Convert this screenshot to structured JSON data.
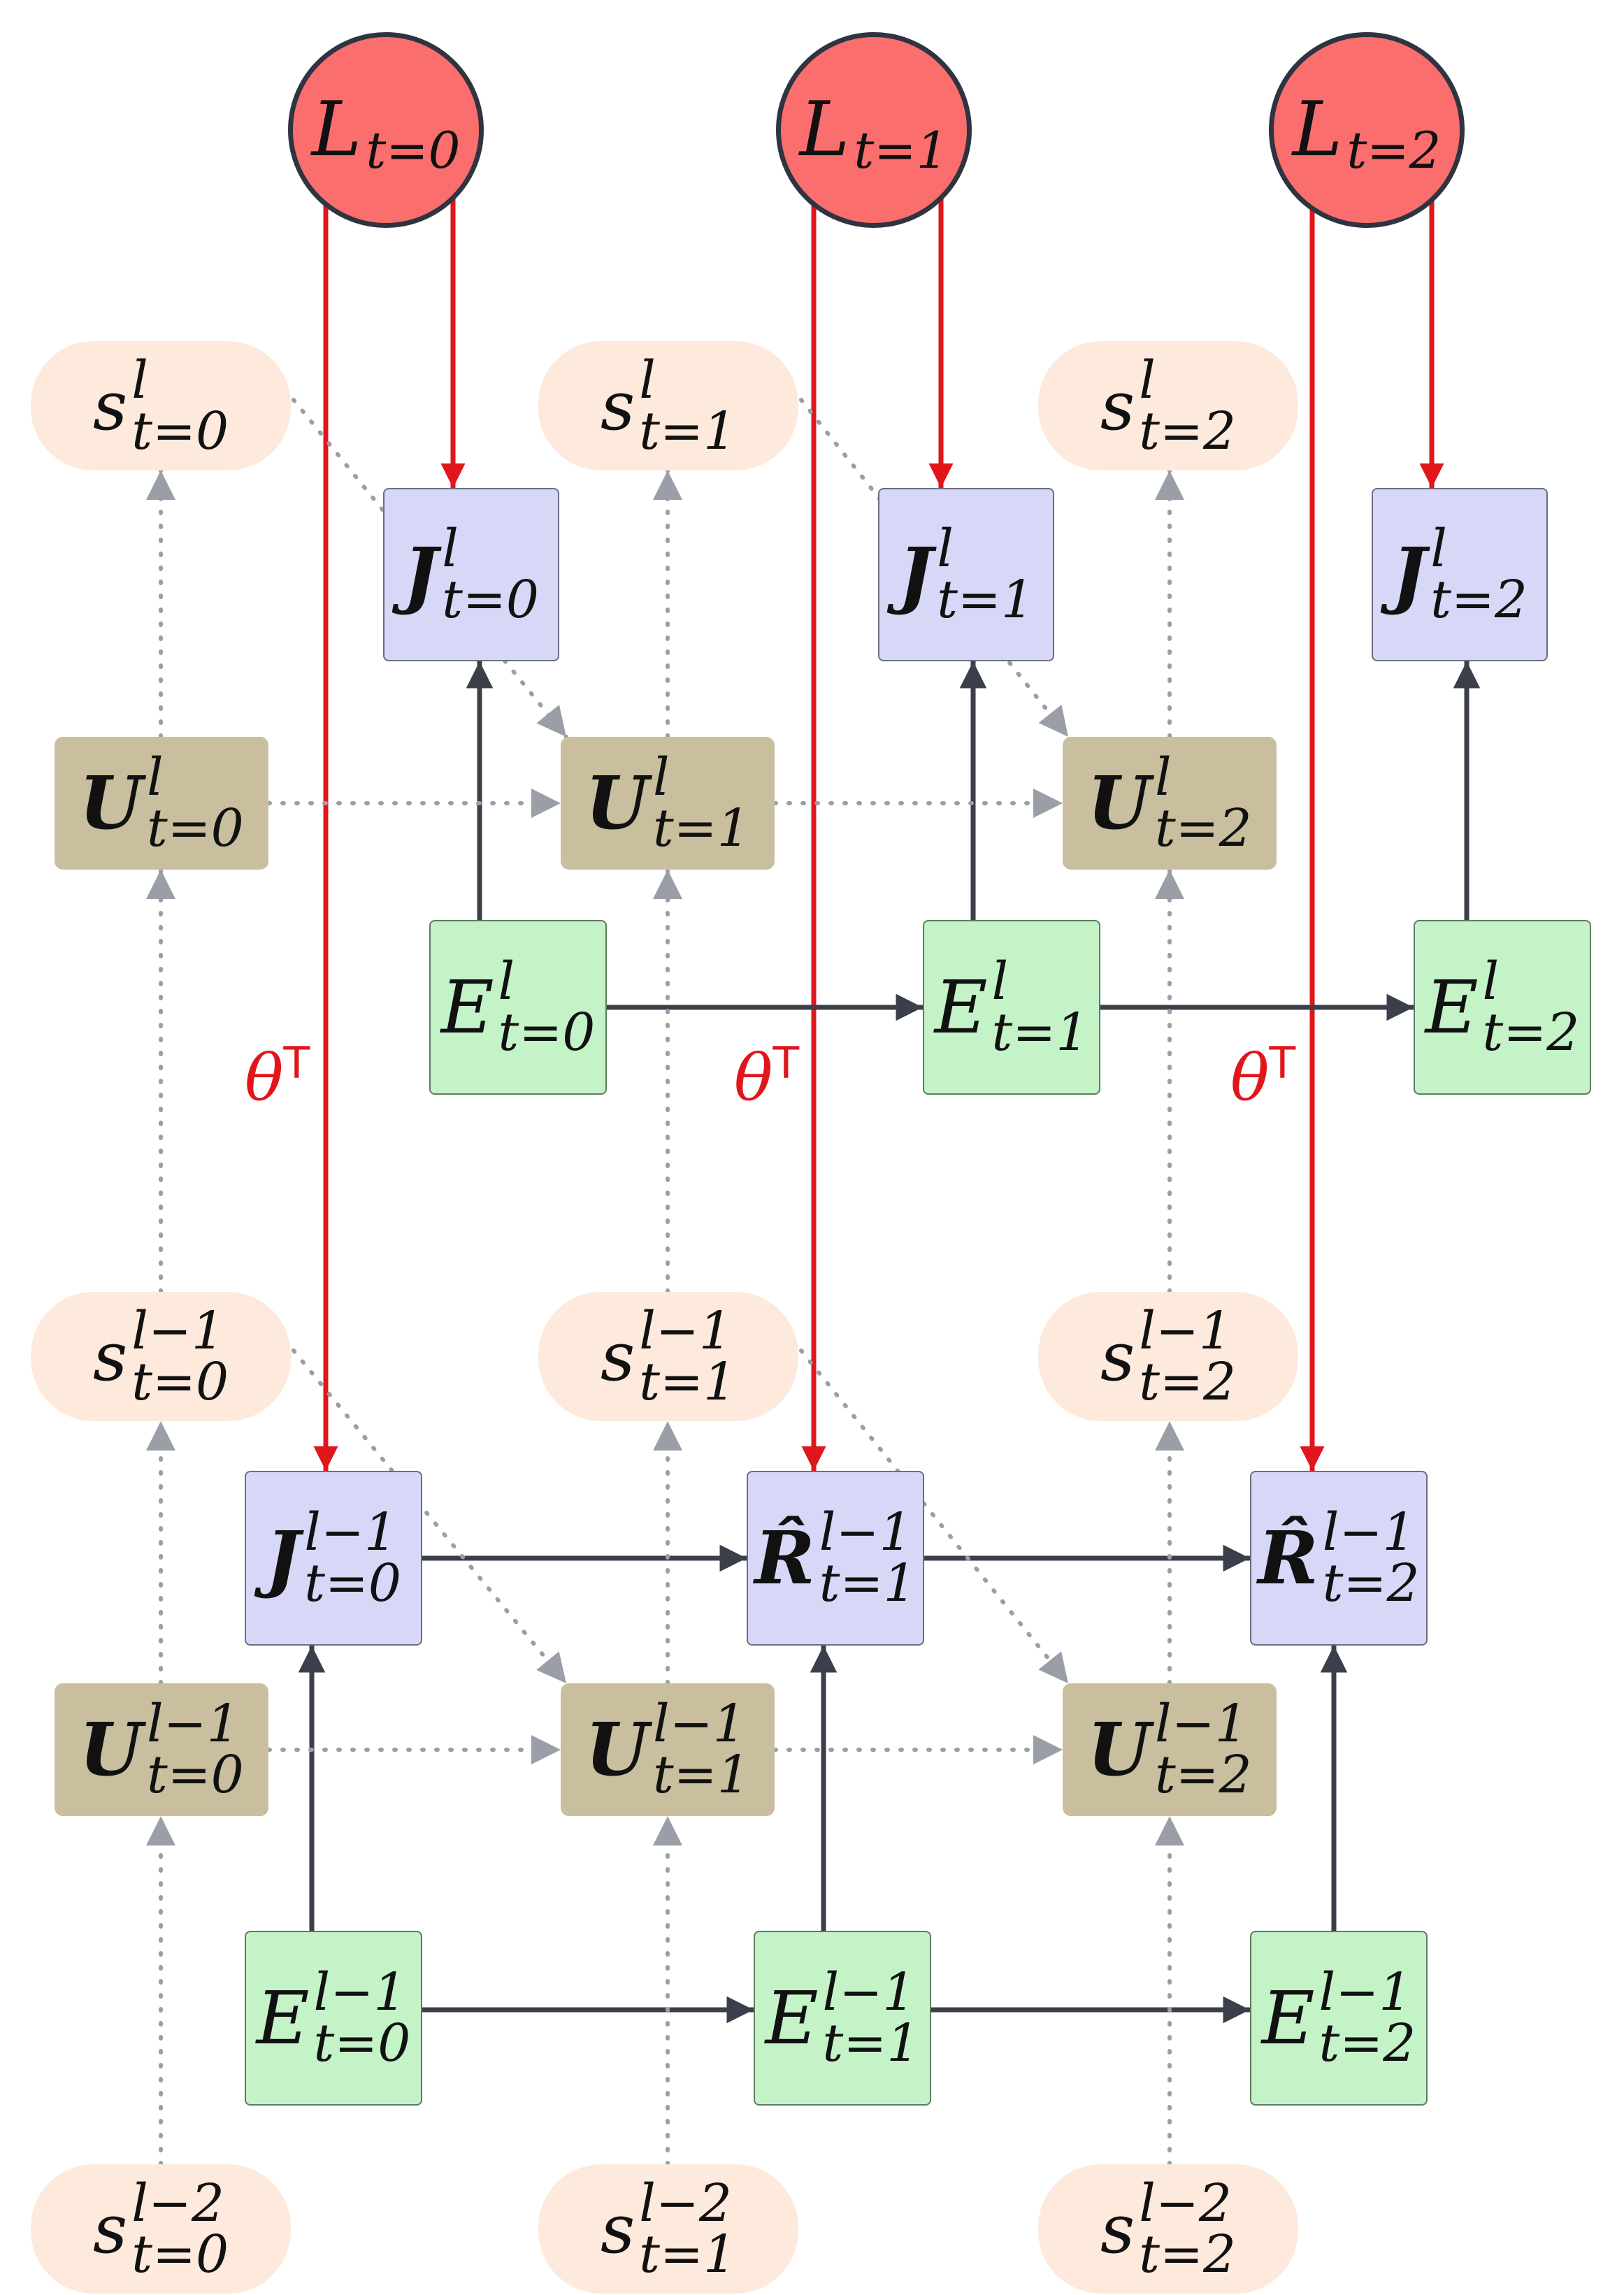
{
  "colors": {
    "loss_fill": "#fb6e6e",
    "state_fill": "#fdeadc",
    "update_fill": "#c9bf9f",
    "jacobian_fill": "#d7d7f8",
    "eligibility_fill": "#c4f3c8",
    "red_arrow": "#e0161b",
    "solid_arrow": "#3a3f4a",
    "dotted_arrow": "#9a9ea6"
  },
  "nodes": [
    {
      "id": "L0",
      "kind": "L",
      "base": "L",
      "sup": "",
      "sub": "t=0"
    },
    {
      "id": "L1",
      "kind": "L",
      "base": "L",
      "sup": "",
      "sub": "t=1"
    },
    {
      "id": "L2",
      "kind": "L",
      "base": "L",
      "sup": "",
      "sub": "t=2"
    },
    {
      "id": "sl0",
      "kind": "s",
      "base": "s",
      "sup": "l",
      "sub": "t=0"
    },
    {
      "id": "sl1",
      "kind": "s",
      "base": "s",
      "sup": "l",
      "sub": "t=1"
    },
    {
      "id": "sl2",
      "kind": "s",
      "base": "s",
      "sup": "l",
      "sub": "t=2"
    },
    {
      "id": "Jl0",
      "kind": "J",
      "base": "J",
      "sup": "l",
      "sub": "t=0"
    },
    {
      "id": "Jl1",
      "kind": "J",
      "base": "J",
      "sup": "l",
      "sub": "t=1"
    },
    {
      "id": "Jl2",
      "kind": "J",
      "base": "J",
      "sup": "l",
      "sub": "t=2"
    },
    {
      "id": "Ul0",
      "kind": "U",
      "base": "U",
      "sup": "l",
      "sub": "t=0"
    },
    {
      "id": "Ul1",
      "kind": "U",
      "base": "U",
      "sup": "l",
      "sub": "t=1"
    },
    {
      "id": "Ul2",
      "kind": "U",
      "base": "U",
      "sup": "l",
      "sub": "t=2"
    },
    {
      "id": "El0",
      "kind": "E",
      "base": "E",
      "sup": "l",
      "sub": "t=0"
    },
    {
      "id": "El1",
      "kind": "E",
      "base": "E",
      "sup": "l",
      "sub": "t=1"
    },
    {
      "id": "El2",
      "kind": "E",
      "base": "E",
      "sup": "l",
      "sub": "t=2"
    },
    {
      "id": "sm0",
      "kind": "s",
      "base": "s",
      "sup": "l−1",
      "sub": "t=0"
    },
    {
      "id": "sm1",
      "kind": "s",
      "base": "s",
      "sup": "l−1",
      "sub": "t=1"
    },
    {
      "id": "sm2",
      "kind": "s",
      "base": "s",
      "sup": "l−1",
      "sub": "t=2"
    },
    {
      "id": "Jm0",
      "kind": "J",
      "base": "J",
      "sup": "l−1",
      "sub": "t=0"
    },
    {
      "id": "Rm1",
      "kind": "R",
      "base": "R̂",
      "sup": "l−1",
      "sub": "t=1"
    },
    {
      "id": "Rm2",
      "kind": "R",
      "base": "R̂",
      "sup": "l−1",
      "sub": "t=2"
    },
    {
      "id": "Um0",
      "kind": "U",
      "base": "U",
      "sup": "l−1",
      "sub": "t=0"
    },
    {
      "id": "Um1",
      "kind": "U",
      "base": "U",
      "sup": "l−1",
      "sub": "t=1"
    },
    {
      "id": "Um2",
      "kind": "U",
      "base": "U",
      "sup": "l−1",
      "sub": "t=2"
    },
    {
      "id": "Em0",
      "kind": "E",
      "base": "E",
      "sup": "l−1",
      "sub": "t=0"
    },
    {
      "id": "Em1",
      "kind": "E",
      "base": "E",
      "sup": "l−1",
      "sub": "t=1"
    },
    {
      "id": "Em2",
      "kind": "E",
      "base": "E",
      "sup": "l−1",
      "sub": "t=2"
    },
    {
      "id": "sn0",
      "kind": "s",
      "base": "s",
      "sup": "l−2",
      "sub": "t=0"
    },
    {
      "id": "sn1",
      "kind": "s",
      "base": "s",
      "sup": "l−2",
      "sub": "t=1"
    },
    {
      "id": "sn2",
      "kind": "s",
      "base": "s",
      "sup": "l−2",
      "sub": "t=2"
    }
  ],
  "theta_labels": [
    "θ",
    "θ",
    "θ"
  ],
  "theta_sup": "T",
  "edges": [
    {
      "from": "L0",
      "to": "Jl0",
      "style": "red"
    },
    {
      "from": "L1",
      "to": "Jl1",
      "style": "red"
    },
    {
      "from": "L2",
      "to": "Jl2",
      "style": "red"
    },
    {
      "from": "L0",
      "to": "Jm0",
      "style": "red"
    },
    {
      "from": "L1",
      "to": "Rm1",
      "style": "red"
    },
    {
      "from": "L2",
      "to": "Rm2",
      "style": "red"
    },
    {
      "from": "El0",
      "to": "Jl0",
      "style": "solid"
    },
    {
      "from": "El1",
      "to": "Jl1",
      "style": "solid"
    },
    {
      "from": "El2",
      "to": "Jl2",
      "style": "solid"
    },
    {
      "from": "El0",
      "to": "El1",
      "style": "solid"
    },
    {
      "from": "El1",
      "to": "El2",
      "style": "solid"
    },
    {
      "from": "Jm0",
      "to": "Rm1",
      "style": "solid"
    },
    {
      "from": "Rm1",
      "to": "Rm2",
      "style": "solid"
    },
    {
      "from": "Em0",
      "to": "Jm0",
      "style": "solid"
    },
    {
      "from": "Em1",
      "to": "Rm1",
      "style": "solid"
    },
    {
      "from": "Em2",
      "to": "Rm2",
      "style": "solid"
    },
    {
      "from": "Em0",
      "to": "Em1",
      "style": "solid"
    },
    {
      "from": "Em1",
      "to": "Em2",
      "style": "solid"
    },
    {
      "from": "Ul0",
      "to": "sl0",
      "style": "dotted"
    },
    {
      "from": "Ul1",
      "to": "sl1",
      "style": "dotted"
    },
    {
      "from": "Ul2",
      "to": "sl2",
      "style": "dotted"
    },
    {
      "from": "sm0",
      "to": "Ul0",
      "style": "dotted"
    },
    {
      "from": "sm1",
      "to": "Ul1",
      "style": "dotted"
    },
    {
      "from": "sm2",
      "to": "Ul2",
      "style": "dotted"
    },
    {
      "from": "Ul0",
      "to": "Ul1",
      "style": "dotted"
    },
    {
      "from": "Ul1",
      "to": "Ul2",
      "style": "dotted"
    },
    {
      "from": "sl0",
      "to": "Ul1",
      "style": "dotted"
    },
    {
      "from": "sl1",
      "to": "Ul2",
      "style": "dotted"
    },
    {
      "from": "Um0",
      "to": "sm0",
      "style": "dotted"
    },
    {
      "from": "Um1",
      "to": "sm1",
      "style": "dotted"
    },
    {
      "from": "Um2",
      "to": "sm2",
      "style": "dotted"
    },
    {
      "from": "sn0",
      "to": "Um0",
      "style": "dotted"
    },
    {
      "from": "sn1",
      "to": "Um1",
      "style": "dotted"
    },
    {
      "from": "sn2",
      "to": "Um2",
      "style": "dotted"
    },
    {
      "from": "Um0",
      "to": "Um1",
      "style": "dotted"
    },
    {
      "from": "Um1",
      "to": "Um2",
      "style": "dotted"
    },
    {
      "from": "sm0",
      "to": "Um1",
      "style": "dotted"
    },
    {
      "from": "sm1",
      "to": "Um2",
      "style": "dotted"
    }
  ]
}
